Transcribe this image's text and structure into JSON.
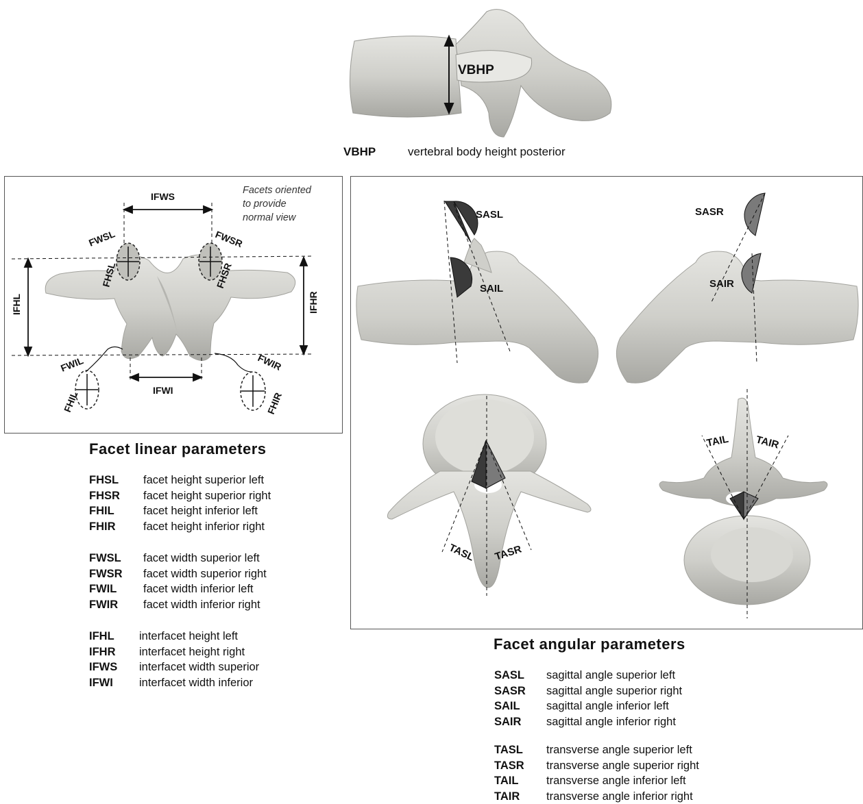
{
  "top": {
    "label": "VBHP",
    "caption_abbr": "VBHP",
    "caption_text": "vertebral body height posterior"
  },
  "linear": {
    "note_lines": [
      "Facets oriented",
      "to provide",
      "normal view"
    ],
    "labels": {
      "IFWS": "IFWS",
      "FWSL": "FWSL",
      "FWSR": "FWSR",
      "FHSL": "FHSL",
      "FHSR": "FHSR",
      "IFHL": "IFHL",
      "IFHR": "IFHR",
      "FWIL": "FWIL",
      "FWIR": "FWIR",
      "FHIL": "FHIL",
      "FHIR": "FHIR",
      "IFWI": "IFWI"
    },
    "title": "Facet linear parameters",
    "legend_groups": [
      [
        {
          "abbr": "FHSL",
          "text": "facet height superior left"
        },
        {
          "abbr": "FHSR",
          "text": "facet height superior right"
        },
        {
          "abbr": "FHIL",
          "text": "facet height inferior left"
        },
        {
          "abbr": "FHIR",
          "text": "facet height inferior right"
        }
      ],
      [
        {
          "abbr": "FWSL",
          "text": "facet width superior left"
        },
        {
          "abbr": "FWSR",
          "text": "facet width superior right"
        },
        {
          "abbr": "FWIL",
          "text": "facet width inferior left"
        },
        {
          "abbr": "FWIR",
          "text": "facet width inferior right"
        }
      ],
      [
        {
          "abbr": "IFHL",
          "text": "interfacet height left"
        },
        {
          "abbr": "IFHR",
          "text": "interfacet height right"
        },
        {
          "abbr": "IFWS",
          "text": "interfacet width superior"
        },
        {
          "abbr": "IFWI",
          "text": "interfacet width inferior"
        }
      ]
    ]
  },
  "angular": {
    "labels": {
      "SASL": "SASL",
      "SASR": "SASR",
      "SAIL": "SAIL",
      "SAIR": "SAIR",
      "TASL": "TASL",
      "TASR": "TASR",
      "TAIL": "TAIL",
      "TAIR": "TAIR"
    },
    "title": "Facet angular parameters",
    "legend_groups": [
      [
        {
          "abbr": "SASL",
          "text": "sagittal angle superior left"
        },
        {
          "abbr": "SASR",
          "text": "sagittal angle superior right"
        },
        {
          "abbr": "SAIL",
          "text": "sagittal angle inferior left"
        },
        {
          "abbr": "SAIR",
          "text": "sagittal angle inferior right"
        }
      ],
      [
        {
          "abbr": "TASL",
          "text": "transverse angle superior left"
        },
        {
          "abbr": "TASR",
          "text": "transverse angle superior right"
        },
        {
          "abbr": "TAIL",
          "text": "transverse angle inferior left"
        },
        {
          "abbr": "TAIR",
          "text": "transverse angle inferior right"
        }
      ]
    ]
  },
  "colors": {
    "bone": "#d4d4d0",
    "bone_shade": "#a9a9a4",
    "angle_dark": "#3a3a3a",
    "angle_light": "#7a7a7a",
    "line": "#111111"
  }
}
